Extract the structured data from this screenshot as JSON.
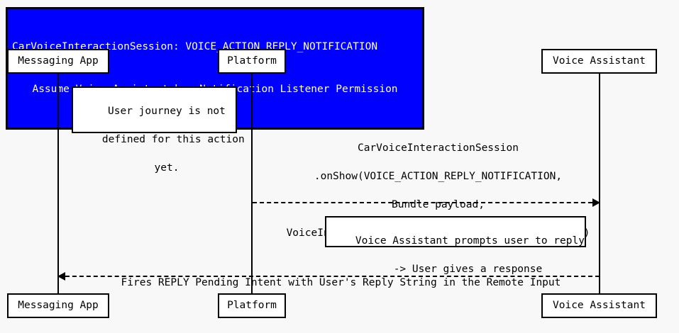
{
  "diagram": {
    "type": "sequence-diagram",
    "background_color": "#f8f8f8",
    "line_color": "#000000"
  },
  "title": {
    "line1": "CarVoiceInteractionSession: VOICE_ACTION_REPLY_NOTIFICATION",
    "line2": "Assume Voice Assistant has Notification Listener Permission",
    "background_color": "#0000ff",
    "text_color": "#ffffff"
  },
  "participants": [
    {
      "id": "messaging-app",
      "label": "Messaging App"
    },
    {
      "id": "platform",
      "label": "Platform"
    },
    {
      "id": "voice-assistant",
      "label": "Voice Assistant"
    }
  ],
  "notes": [
    {
      "id": "note-user-journey",
      "line1": "User journey is not",
      "line2": "defined for this action",
      "line3": "yet."
    },
    {
      "id": "note-voice-prompt",
      "line1": "Voice Assistant prompts user to reply",
      "line2": "-> User gives a response"
    }
  ],
  "messages": [
    {
      "id": "msg-onshow",
      "from": "platform",
      "to": "voice-assistant",
      "style": "dashed",
      "direction": "right",
      "line1": "CarVoiceInteractionSession",
      "line2": ".onShow(VOICE_ACTION_REPLY_NOTIFICATION,",
      "line3": "Bundle payload,",
      "line4": "VoiceInteractionSession.SHOW_SOURCE_NOTIFICATION)"
    },
    {
      "id": "msg-reply-intent",
      "from": "voice-assistant",
      "to": "messaging-app",
      "style": "dashed",
      "direction": "left",
      "line1": "Fires REPLY Pending Intent with User's Reply String in the Remote Input"
    }
  ]
}
